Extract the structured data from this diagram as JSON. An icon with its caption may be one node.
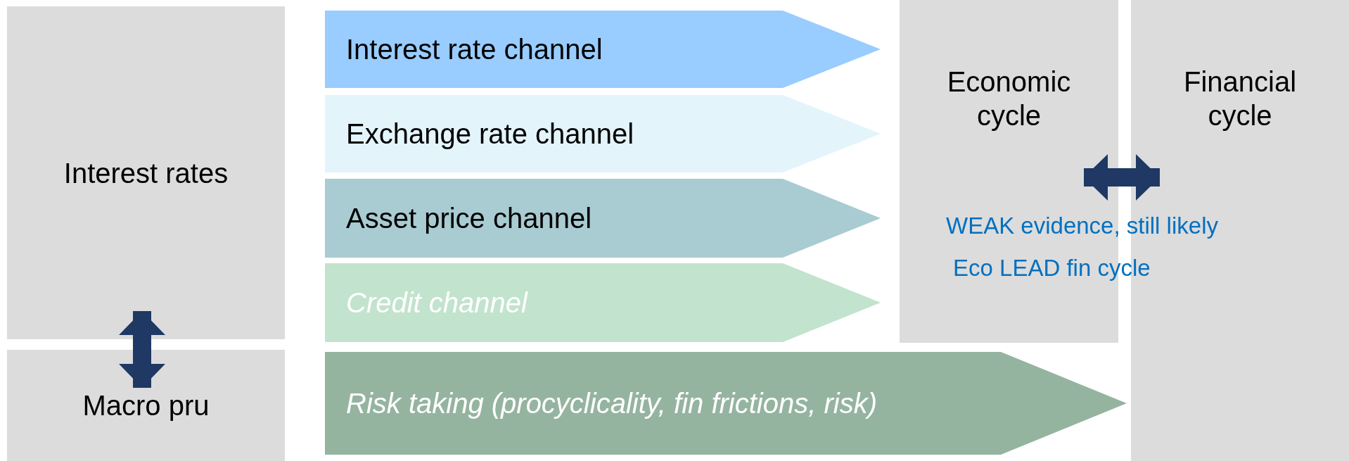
{
  "diagram": {
    "nodes": [
      {
        "text": [
          "Interest rates"
        ]
      },
      {
        "text": [
          "Macro pru"
        ]
      },
      {
        "text": [
          "Interest rate channel"
        ]
      },
      {
        "text": [
          "Exchange rate channel"
        ]
      },
      {
        "text": [
          "Asset price channel"
        ]
      },
      {
        "text": [
          "Credit channel"
        ]
      },
      {
        "text": [
          "Risk taking (procyclicality, fin frictions, risk)"
        ]
      },
      {
        "text": [
          "Economic cycle"
        ]
      },
      {
        "text": [
          "Financial cycle"
        ]
      }
    ],
    "edges": [
      {
        "from": 0,
        "to": 1,
        "arrow": "both"
      },
      {
        "from": 7,
        "to": 8,
        "arrow": "both"
      }
    ],
    "labels": [
      "WEAK evidence, still likely",
      "Eco LEAD fin cycle"
    ]
  }
}
